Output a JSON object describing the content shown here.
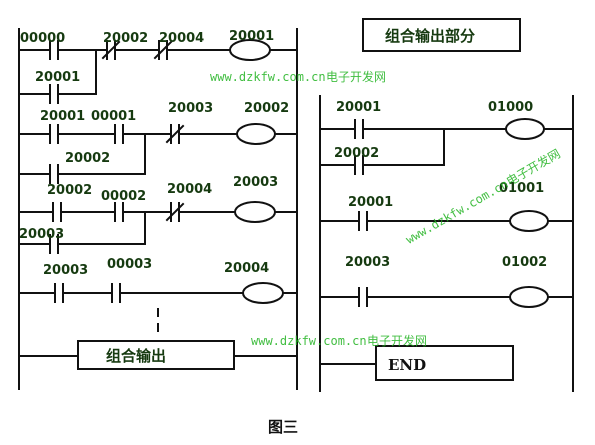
{
  "caption": "图三",
  "left_diagram": {
    "output_box_label": "组合输出",
    "rungs": [
      {
        "series": [
          "00000"
        ],
        "parallel": [
          "20001"
        ],
        "nc": [
          "20002",
          "20004"
        ],
        "coil": "20001"
      },
      {
        "series": [
          "20001",
          "00001"
        ],
        "parallel": [
          "20002"
        ],
        "nc": [
          "20003"
        ],
        "coil": "20002"
      },
      {
        "series": [
          "20002",
          "00002"
        ],
        "parallel": [
          "20003"
        ],
        "nc": [
          "20004"
        ],
        "coil": "20003"
      },
      {
        "series": [
          "20003",
          "00003"
        ],
        "parallel": [],
        "nc": [],
        "coil": "20004"
      }
    ]
  },
  "right_diagram": {
    "title": "组合输出部分",
    "end_label": "END",
    "rungs": [
      {
        "contacts": [
          "20001",
          "20002"
        ],
        "coil": "01000"
      },
      {
        "contacts": [
          "20001"
        ],
        "coil": "01001"
      },
      {
        "contacts": [
          "20003"
        ],
        "coil": "01002"
      }
    ]
  },
  "watermarks": [
    {
      "url": "www.dzkfw.com.cn",
      "name": "电子开发网"
    },
    {
      "url": "www.dzkfw.com.cn",
      "name": "电子开发网"
    },
    {
      "url": "www.dzkfw.com.cn",
      "name": "电子开发网"
    }
  ]
}
